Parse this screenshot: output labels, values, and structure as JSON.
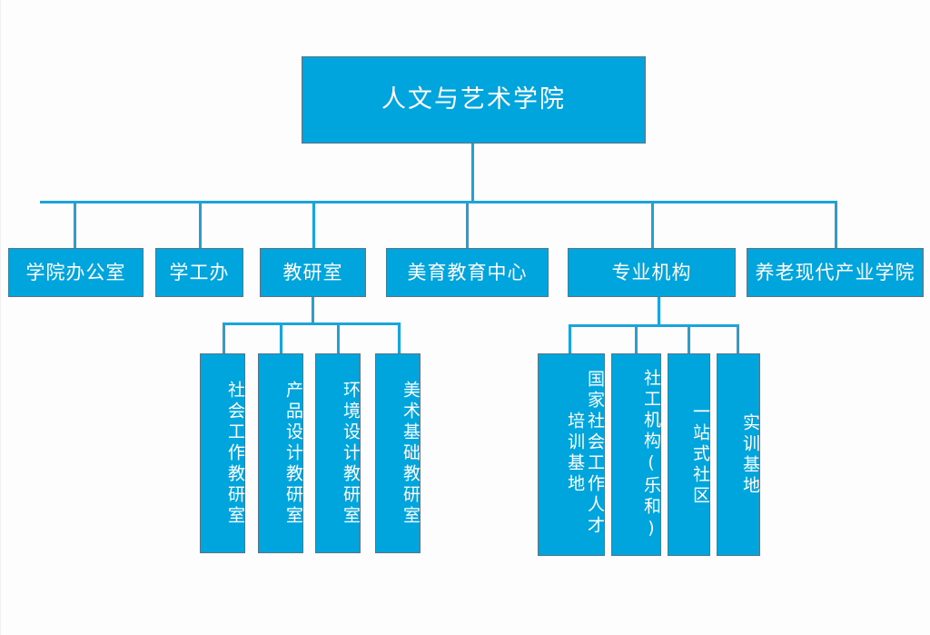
{
  "theme": {
    "box_fill": "#00A5DE",
    "box_border": "#5A7488",
    "connector": "#1BA3DC",
    "text": "#FFFFFF",
    "background": "#FDFDFD"
  },
  "chart_data": {
    "type": "diagram",
    "title": "人文与艺术学院 组织结构图",
    "orientation": "top-down",
    "root": "人文与艺术学院",
    "nodes": [
      {
        "id": "root",
        "label": "人文与艺术学院",
        "level": 1,
        "parent": null,
        "orientation": "horizontal"
      },
      {
        "id": "d1",
        "label": "学院办公室",
        "level": 2,
        "parent": "root",
        "orientation": "horizontal"
      },
      {
        "id": "d2",
        "label": "学工办",
        "level": 2,
        "parent": "root",
        "orientation": "horizontal"
      },
      {
        "id": "d3",
        "label": "教研室",
        "level": 2,
        "parent": "root",
        "orientation": "horizontal"
      },
      {
        "id": "d4",
        "label": "美育教育中心",
        "level": 2,
        "parent": "root",
        "orientation": "horizontal"
      },
      {
        "id": "d5",
        "label": "专业机构",
        "level": 2,
        "parent": "root",
        "orientation": "horizontal"
      },
      {
        "id": "d6",
        "label": "养老现代产业学院",
        "level": 2,
        "parent": "root",
        "orientation": "horizontal"
      },
      {
        "id": "t1",
        "label": "社会工作教研室",
        "level": 3,
        "parent": "d3",
        "orientation": "vertical"
      },
      {
        "id": "t2",
        "label": "产品设计教研室",
        "level": 3,
        "parent": "d3",
        "orientation": "vertical"
      },
      {
        "id": "t3",
        "label": "环境设计教研室",
        "level": 3,
        "parent": "d3",
        "orientation": "vertical"
      },
      {
        "id": "t4",
        "label": "美术基础教研室",
        "level": 3,
        "parent": "d3",
        "orientation": "vertical"
      },
      {
        "id": "p1",
        "label": "国家社会工作人才培训基地",
        "level": 3,
        "parent": "d5",
        "orientation": "vertical"
      },
      {
        "id": "p2",
        "label": "社工机构(乐和)",
        "level": 3,
        "parent": "d5",
        "orientation": "vertical"
      },
      {
        "id": "p3",
        "label": "一站式社区",
        "level": 3,
        "parent": "d5",
        "orientation": "vertical"
      },
      {
        "id": "p4",
        "label": "实训基地",
        "level": 3,
        "parent": "d5",
        "orientation": "vertical"
      }
    ],
    "edges": [
      {
        "from": "root",
        "to": "d1"
      },
      {
        "from": "root",
        "to": "d2"
      },
      {
        "from": "root",
        "to": "d3"
      },
      {
        "from": "root",
        "to": "d4"
      },
      {
        "from": "root",
        "to": "d5"
      },
      {
        "from": "root",
        "to": "d6"
      },
      {
        "from": "d3",
        "to": "t1"
      },
      {
        "from": "d3",
        "to": "t2"
      },
      {
        "from": "d3",
        "to": "t3"
      },
      {
        "from": "d3",
        "to": "t4"
      },
      {
        "from": "d5",
        "to": "p1"
      },
      {
        "from": "d5",
        "to": "p2"
      },
      {
        "from": "d5",
        "to": "p3"
      },
      {
        "from": "d5",
        "to": "p4"
      }
    ]
  },
  "root": {
    "label": "人文与艺术学院"
  },
  "departments": [
    {
      "label": "学院办公室"
    },
    {
      "label": "学工办"
    },
    {
      "label": "教研室"
    },
    {
      "label": "美育教育中心"
    },
    {
      "label": "专业机构"
    },
    {
      "label": "养老现代产业学院"
    }
  ],
  "teaching_units": [
    {
      "label": "社会工作教研室"
    },
    {
      "label": "产品设计教研室"
    },
    {
      "label": "环境设计教研室"
    },
    {
      "label": "美术基础教研室"
    }
  ],
  "professional_units": [
    {
      "label_col1": "国社工人培基",
      "label_col2": "家会作才训地",
      "label": "国家社会工作人才培训基地"
    },
    {
      "label": "社工机构(乐和)"
    },
    {
      "label": "一站式社区"
    },
    {
      "label": "实训基地"
    }
  ]
}
